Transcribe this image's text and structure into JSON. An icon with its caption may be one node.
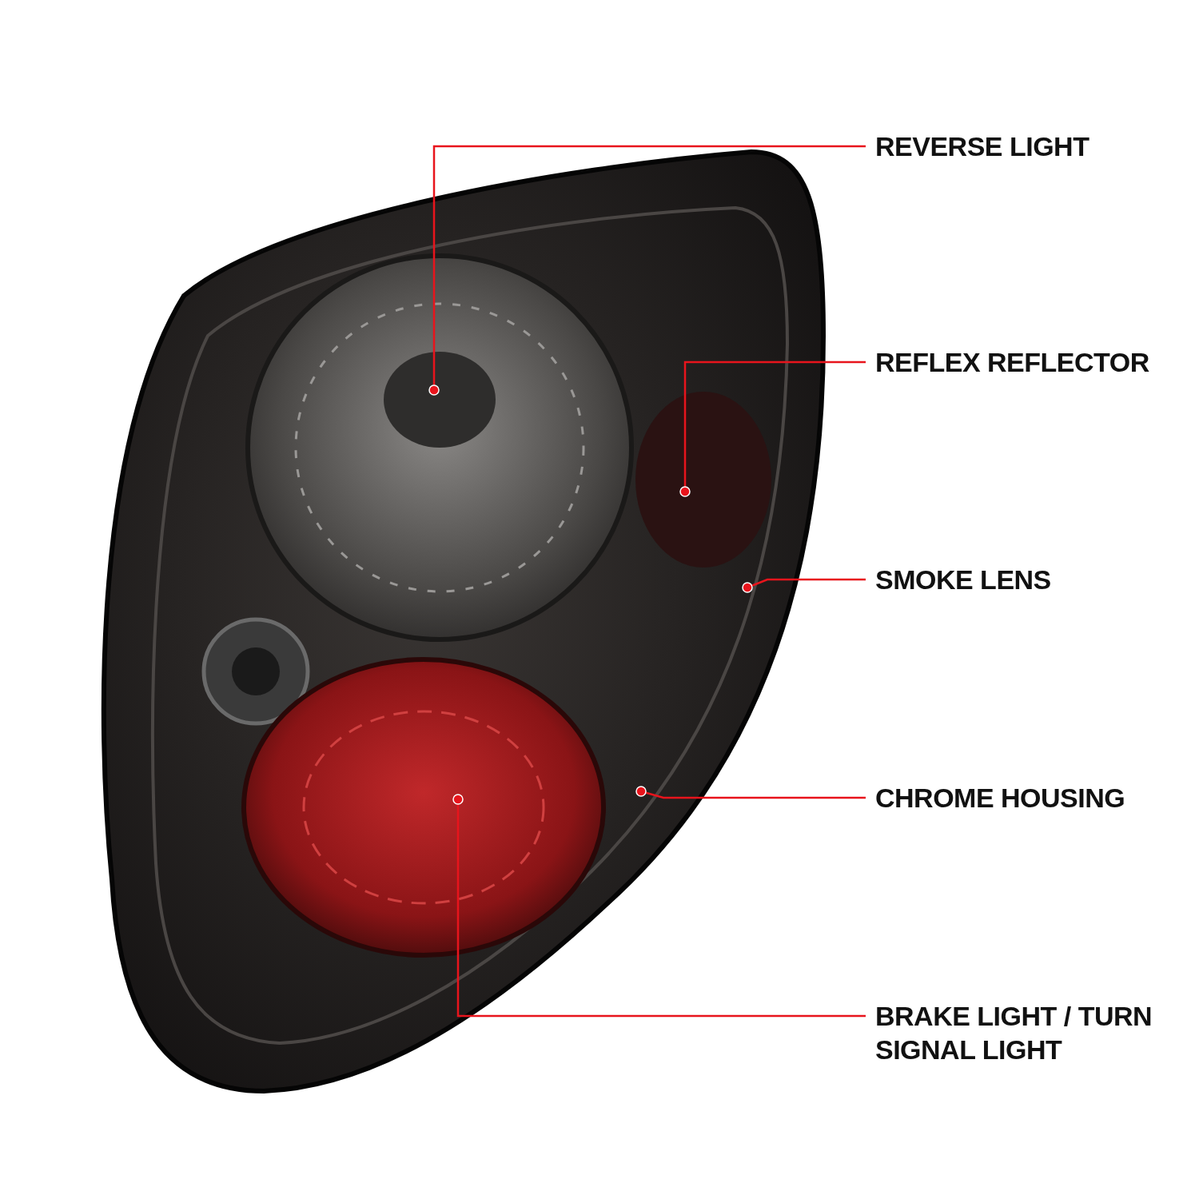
{
  "diagram": {
    "nodes": [
      {
        "text": [
          "REVERSE LIGHT"
        ]
      },
      {
        "text": [
          "REFLEX REFLECTOR"
        ]
      },
      {
        "text": [
          "SMOKE LENS"
        ]
      },
      {
        "text": [
          "CHROME HOUSING"
        ]
      },
      {
        "text": [
          "BRAKE LIGHT / TURN SIGNAL LIGHT"
        ]
      }
    ],
    "edges": [
      {
        "from": 0,
        "to": null,
        "arrow": "other"
      },
      {
        "from": 1,
        "to": null,
        "arrow": "other"
      },
      {
        "from": 2,
        "to": null,
        "arrow": "other"
      },
      {
        "from": 3,
        "to": null,
        "arrow": "other"
      },
      {
        "from": 4,
        "to": null,
        "arrow": "other"
      }
    ]
  }
}
